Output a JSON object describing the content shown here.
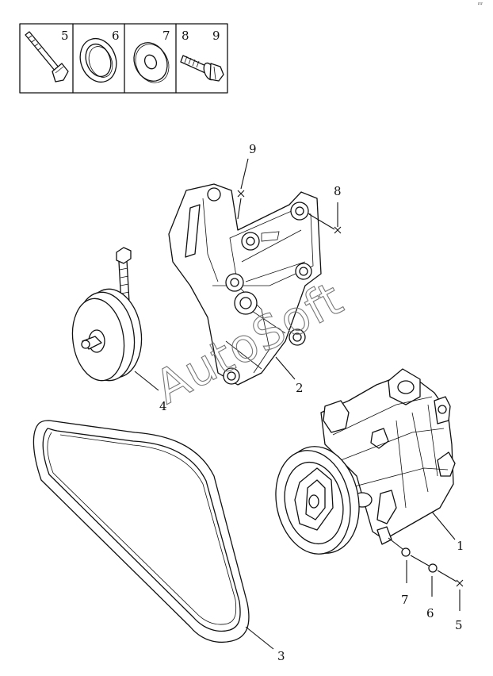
{
  "legend": {
    "cells": [
      {
        "numbers": [
          "5"
        ],
        "icon": "long-bolt-icon"
      },
      {
        "numbers": [
          "6"
        ],
        "icon": "o-ring-icon"
      },
      {
        "numbers": [
          "7"
        ],
        "icon": "flat-washer-icon"
      },
      {
        "numbers": [
          "8",
          "9"
        ],
        "icon": "flange-bolt-icon"
      }
    ]
  },
  "callouts": [
    {
      "id": "c1",
      "label": "1"
    },
    {
      "id": "c2",
      "label": "2"
    },
    {
      "id": "c3",
      "label": "3"
    },
    {
      "id": "c4",
      "label": "4"
    },
    {
      "id": "c5",
      "label": "5"
    },
    {
      "id": "c6",
      "label": "6"
    },
    {
      "id": "c7",
      "label": "7"
    },
    {
      "id": "c8",
      "label": "8"
    },
    {
      "id": "c9",
      "label": "9"
    }
  ],
  "watermark": "AutoSoft"
}
